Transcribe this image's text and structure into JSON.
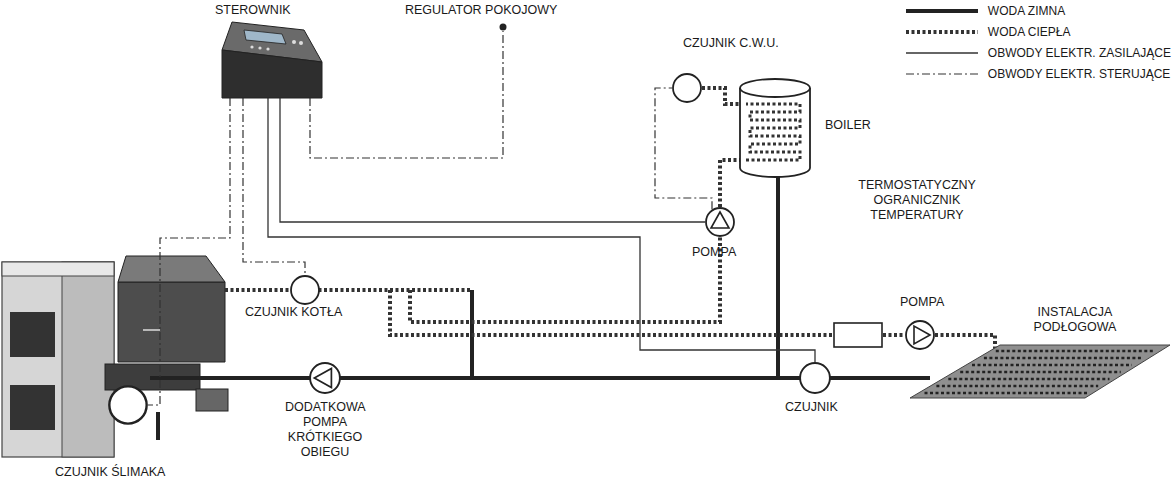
{
  "diagram": {
    "nodes": [
      {
        "text": [
          "STEROWNIK"
        ]
      },
      {
        "text": [
          "REGULATOR POKOJOWY"
        ]
      },
      {
        "text": [
          "CZUJNIK C.W.U."
        ]
      },
      {
        "text": [
          "BOILER"
        ]
      },
      {
        "text": [
          "POMPA"
        ]
      },
      {
        "text": [
          "CZUJNIK KOTŁA"
        ]
      },
      {
        "text": [
          "TERMOSTATYCZNY OGRANICZNIK TEMPERATURY"
        ]
      },
      {
        "text": [
          "POMPA"
        ]
      },
      {
        "text": [
          "INSTALACJA PODŁOGOWA"
        ]
      },
      {
        "text": [
          "CZUJNIK"
        ]
      },
      {
        "text": [
          "DODATKOWA POMPA KRÓTKIEGO OBIEGU"
        ]
      },
      {
        "text": [
          "CZUJNIK ŚLIMAKA"
        ]
      }
    ],
    "edges": [
      {
        "from": 0,
        "to": 1,
        "arrow": "none"
      },
      {
        "from": 0,
        "to": 5,
        "arrow": "none"
      },
      {
        "from": 0,
        "to": 11,
        "arrow": "none"
      },
      {
        "from": 0,
        "to": 4,
        "arrow": "none"
      },
      {
        "from": 0,
        "to": 9,
        "arrow": "none"
      },
      {
        "from": 4,
        "to": 2,
        "arrow": "none"
      }
    ],
    "legend": [
      {
        "text": "WODA ZIMNA"
      },
      {
        "text": "WODA CIEPŁA"
      },
      {
        "text": "OBWODY ELEKTR. ZASILAJĄCE"
      },
      {
        "text": "OBWODY ELEKTR. STERUJĄCE"
      }
    ]
  }
}
